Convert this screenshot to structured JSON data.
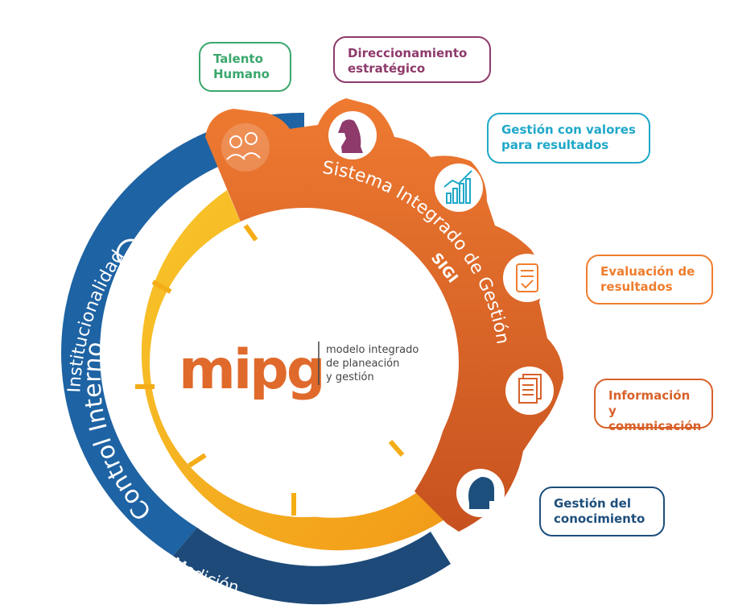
{
  "center": {
    "logo": "mipg",
    "tagline_line1": "modelo integrado",
    "tagline_line2": "de planeación",
    "tagline_line3": "y gestión"
  },
  "rings": {
    "outer_left": "Institucionalidad",
    "outer_bottom": "Medición",
    "yellow": "Control Interno",
    "orange_title": "Sistema Integrado de Gestión",
    "orange_sub": "SIGI"
  },
  "dimensions": [
    {
      "id": "talento",
      "lines": [
        "Talento",
        "Humano"
      ],
      "color": "#3aa76d",
      "icon": "people-icon"
    },
    {
      "id": "direccionamiento",
      "lines": [
        "Direccionamiento",
        "estratégico"
      ],
      "color": "#8e3a6b",
      "icon": "chess-knight-icon"
    },
    {
      "id": "gestion-valores",
      "lines": [
        "Gestión con valores",
        "para resultados"
      ],
      "color": "#1fa8c9",
      "icon": "bar-chart-icon"
    },
    {
      "id": "evaluacion",
      "lines": [
        "Evaluación de",
        "resultados"
      ],
      "color": "#ef7d2e",
      "icon": "checklist-icon"
    },
    {
      "id": "informacion",
      "lines": [
        "Información y",
        "comunicación"
      ],
      "color": "#d8612a",
      "icon": "documents-icon"
    },
    {
      "id": "conocimiento",
      "lines": [
        "Gestión del",
        "conocimiento"
      ],
      "color": "#1d4f7c",
      "icon": "head-icon"
    }
  ],
  "colors": {
    "blue_outer": "#1e63a3",
    "blue_dark": "#1d4a79",
    "yellow": "#f6b71b",
    "orange": "#e8722c",
    "orange_dark": "#c9521f",
    "logo": "#e06a2b",
    "gray_text": "#444444"
  }
}
